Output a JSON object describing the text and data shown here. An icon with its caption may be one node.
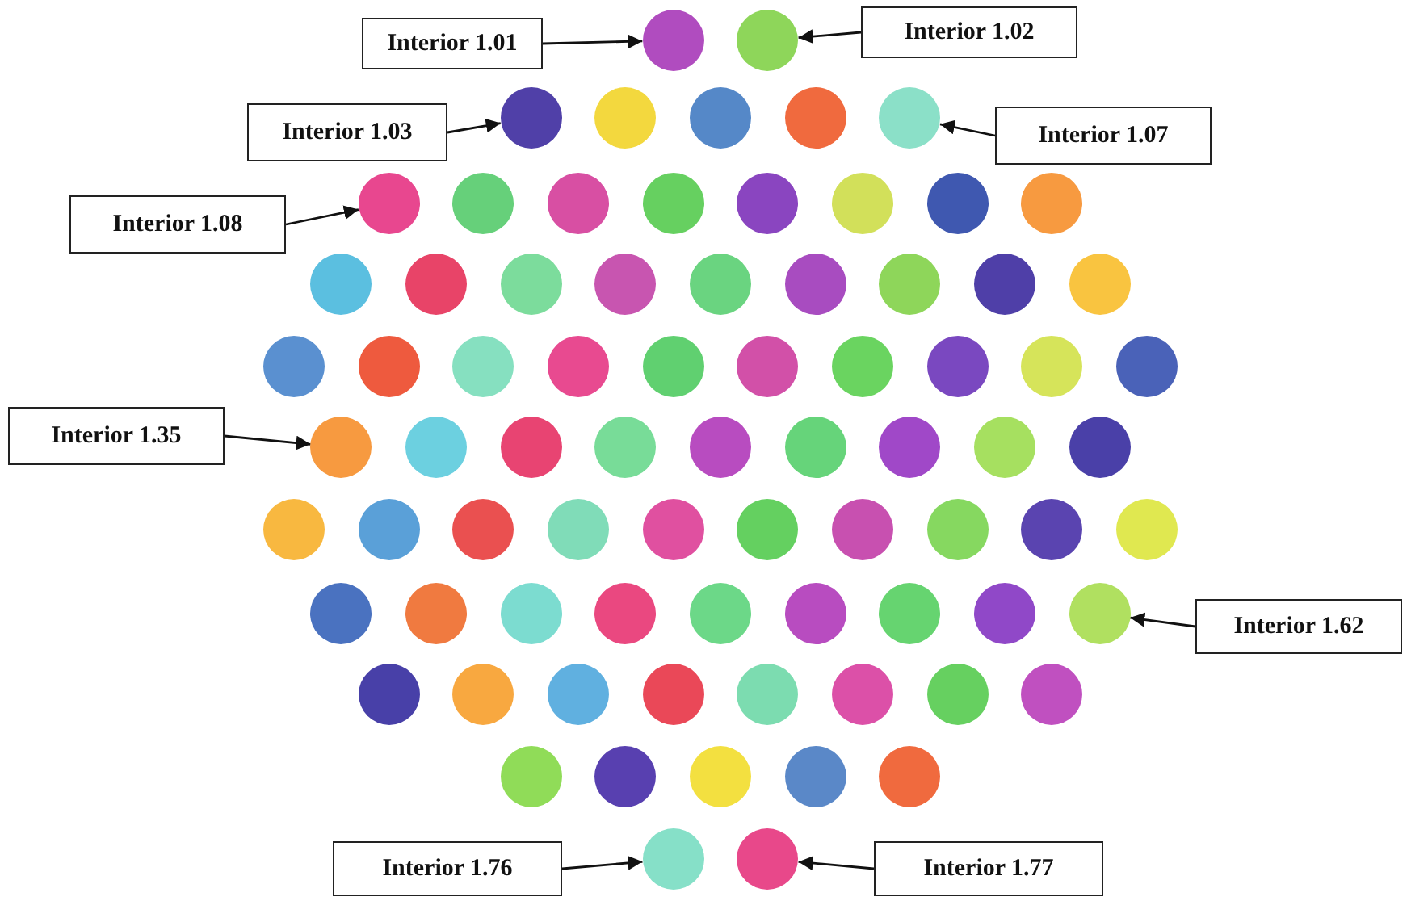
{
  "diagram": {
    "nodes": [
      {
        "text": [
          "Interior 1.01"
        ]
      },
      {
        "text": [
          "Interior 1.02"
        ]
      },
      {
        "text": [
          "Interior 1.03"
        ]
      },
      {
        "text": [
          "Interior 1.07"
        ]
      },
      {
        "text": [
          "Interior 1.08"
        ]
      },
      {
        "text": [
          "Interior 1.35"
        ]
      },
      {
        "text": [
          "Interior 1.62"
        ]
      },
      {
        "text": [
          "Interior 1.76"
        ]
      },
      {
        "text": [
          "Interior 1.77"
        ]
      },
      {
        "text": [],
        "shape": "circle"
      },
      {
        "text": [],
        "shape": "circle"
      },
      {
        "text": [],
        "shape": "circle"
      },
      {
        "text": [],
        "shape": "circle"
      },
      {
        "text": [],
        "shape": "circle"
      },
      {
        "text": [],
        "shape": "circle"
      },
      {
        "text": [],
        "shape": "circle"
      },
      {
        "text": [],
        "shape": "circle"
      },
      {
        "text": [],
        "shape": "circle"
      },
      {
        "text": [],
        "shape": "circle"
      },
      {
        "text": [],
        "shape": "circle"
      },
      {
        "text": [],
        "shape": "circle"
      },
      {
        "text": [],
        "shape": "circle"
      },
      {
        "text": [],
        "shape": "circle"
      },
      {
        "text": [],
        "shape": "circle"
      },
      {
        "text": [],
        "shape": "circle"
      },
      {
        "text": [],
        "shape": "circle"
      },
      {
        "text": [],
        "shape": "circle"
      },
      {
        "text": [],
        "shape": "circle"
      },
      {
        "text": [],
        "shape": "circle"
      },
      {
        "text": [],
        "shape": "circle"
      },
      {
        "text": [],
        "shape": "circle"
      },
      {
        "text": [],
        "shape": "circle"
      },
      {
        "text": [],
        "shape": "circle"
      },
      {
        "text": [],
        "shape": "circle"
      },
      {
        "text": [],
        "shape": "circle"
      },
      {
        "text": [],
        "shape": "circle"
      },
      {
        "text": [],
        "shape": "circle"
      },
      {
        "text": [],
        "shape": "circle"
      },
      {
        "text": [],
        "shape": "circle"
      },
      {
        "text": [],
        "shape": "circle"
      },
      {
        "text": [],
        "shape": "circle"
      },
      {
        "text": [],
        "shape": "circle"
      },
      {
        "text": [],
        "shape": "circle"
      },
      {
        "text": [],
        "shape": "circle"
      },
      {
        "text": [],
        "shape": "circle"
      },
      {
        "text": [],
        "shape": "circle"
      },
      {
        "text": [],
        "shape": "circle"
      },
      {
        "text": [],
        "shape": "circle"
      },
      {
        "text": [],
        "shape": "circle"
      },
      {
        "text": [],
        "shape": "circle"
      },
      {
        "text": [],
        "shape": "circle"
      },
      {
        "text": [],
        "shape": "circle"
      },
      {
        "text": [],
        "shape": "circle"
      },
      {
        "text": [],
        "shape": "circle"
      },
      {
        "text": [],
        "shape": "circle"
      },
      {
        "text": [],
        "shape": "circle"
      },
      {
        "text": [],
        "shape": "circle"
      },
      {
        "text": [],
        "shape": "circle"
      },
      {
        "text": [],
        "shape": "circle"
      },
      {
        "text": [],
        "shape": "circle"
      },
      {
        "text": [],
        "shape": "circle"
      },
      {
        "text": [],
        "shape": "circle"
      },
      {
        "text": [],
        "shape": "circle"
      },
      {
        "text": [],
        "shape": "circle"
      },
      {
        "text": [],
        "shape": "circle"
      },
      {
        "text": [],
        "shape": "circle"
      },
      {
        "text": [],
        "shape": "circle"
      },
      {
        "text": [],
        "shape": "circle"
      },
      {
        "text": [],
        "shape": "circle"
      },
      {
        "text": [],
        "shape": "circle"
      },
      {
        "text": [],
        "shape": "circle"
      },
      {
        "text": [],
        "shape": "circle"
      },
      {
        "text": [],
        "shape": "circle"
      },
      {
        "text": [],
        "shape": "circle"
      },
      {
        "text": [],
        "shape": "circle"
      },
      {
        "text": [],
        "shape": "circle"
      },
      {
        "text": [],
        "shape": "circle"
      },
      {
        "text": [],
        "shape": "circle"
      },
      {
        "text": [],
        "shape": "circle"
      },
      {
        "text": [],
        "shape": "circle"
      },
      {
        "text": [],
        "shape": "circle"
      },
      {
        "text": [],
        "shape": "circle"
      },
      {
        "text": [],
        "shape": "circle"
      },
      {
        "text": [],
        "shape": "circle"
      },
      {
        "text": [],
        "shape": "circle"
      },
      {
        "text": [],
        "shape": "circle"
      }
    ],
    "edges": [
      {
        "from": 0,
        "to": 9,
        "arrow": "to"
      },
      {
        "from": 1,
        "to": 10,
        "arrow": "to"
      },
      {
        "from": 2,
        "to": 11,
        "arrow": "to"
      },
      {
        "from": 3,
        "to": 15,
        "arrow": "to"
      },
      {
        "from": 4,
        "to": 16,
        "arrow": "to"
      },
      {
        "from": 5,
        "to": 43,
        "arrow": "to"
      },
      {
        "from": 6,
        "to": 70,
        "arrow": "to"
      },
      {
        "from": 7,
        "to": 84,
        "arrow": "to"
      },
      {
        "from": 8,
        "to": 85,
        "arrow": "to"
      }
    ]
  }
}
